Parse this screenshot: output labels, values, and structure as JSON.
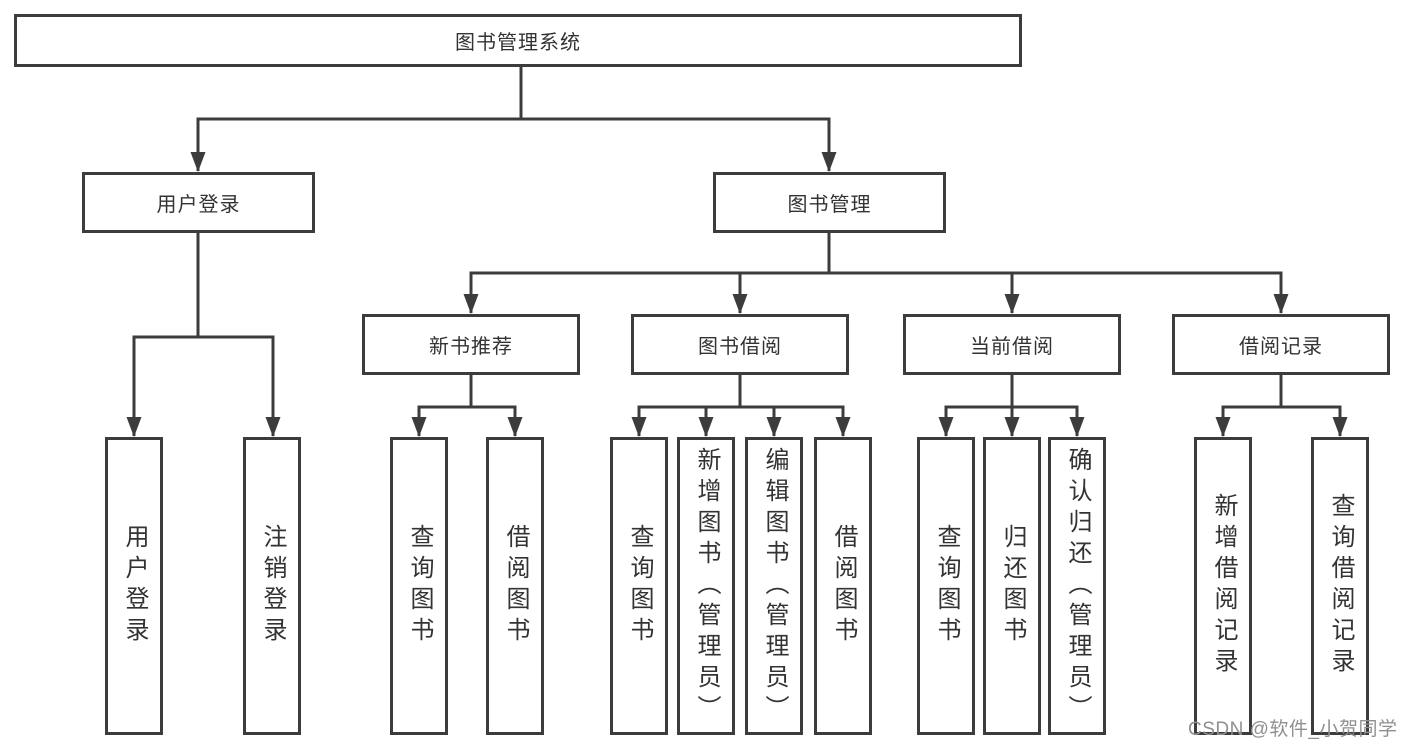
{
  "diagram": {
    "type": "hierarchy-tree",
    "root": {
      "label": "图书管理系统"
    },
    "level2": [
      {
        "label": "用户登录"
      },
      {
        "label": "图书管理"
      }
    ],
    "level3": [
      {
        "label": "新书推荐"
      },
      {
        "label": "图书借阅"
      },
      {
        "label": "当前借阅"
      },
      {
        "label": "借阅记录"
      }
    ],
    "leaves": {
      "user_login": [
        {
          "label": "用户登录"
        },
        {
          "label": "注销登录"
        }
      ],
      "new_book": [
        {
          "label": "查询图书"
        },
        {
          "label": "借阅图书"
        }
      ],
      "book_borrow": [
        {
          "label": "查询图书"
        },
        {
          "label": "新增图书（管理员）"
        },
        {
          "label": "编辑图书（管理员）"
        },
        {
          "label": "借阅图书"
        }
      ],
      "current_borrow": [
        {
          "label": "查询图书"
        },
        {
          "label": "归还图书"
        },
        {
          "label": "确认归还（管理员）"
        }
      ],
      "borrow_record": [
        {
          "label": "新增借阅记录"
        },
        {
          "label": "查询借阅记录"
        }
      ]
    }
  },
  "watermark": {
    "text": "CSDN @软件_小贺同学"
  },
  "colors": {
    "line": "#3c3c3c",
    "text": "#333333",
    "box_fill": "#ffffff",
    "background": "#ffffff",
    "watermark": "#909090"
  }
}
